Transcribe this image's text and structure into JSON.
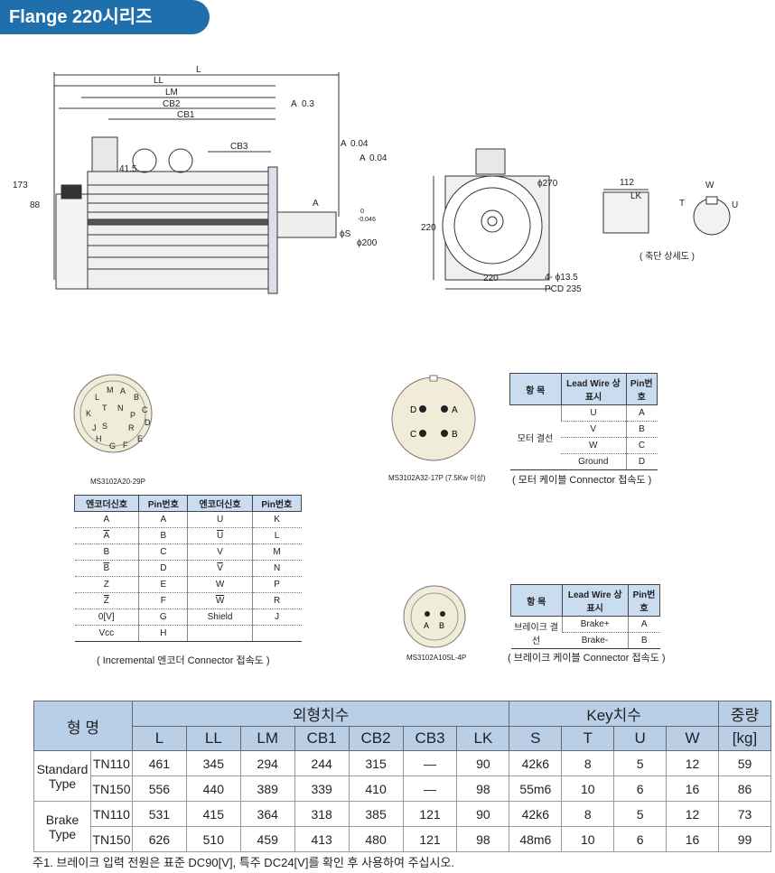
{
  "title": "Flange 220시리즈",
  "drawing": {
    "dims": [
      "L",
      "LL",
      "LM",
      "CB2",
      "CB1",
      "CB3",
      "173",
      "88",
      "41.5",
      "ϕS",
      "ϕ200",
      "-0.046",
      "0",
      "A",
      "A",
      "0.3",
      "A",
      "0.04",
      "A",
      "0.04",
      "220",
      "220",
      "ϕ270",
      "4- ϕ13.5",
      "PCD 235",
      "112",
      "LK",
      "W",
      "T",
      "U"
    ],
    "shaft_caption": "( 축단 상세도 )"
  },
  "encoder_connector": {
    "model": "MS3102A20-29P",
    "pins": [
      "M",
      "A",
      "B",
      "L",
      "C",
      "K",
      "T",
      "N",
      "D",
      "P",
      "S",
      "J",
      "R",
      "E",
      "H",
      "G",
      "F"
    ],
    "headers": [
      "엔코더신호",
      "Pin번호",
      "엔코더신호",
      "Pin번호"
    ],
    "rows": [
      [
        "A",
        "A",
        "U",
        "K"
      ],
      [
        "A",
        "B",
        "U",
        "L"
      ],
      [
        "B",
        "C",
        "V",
        "M"
      ],
      [
        "B",
        "D",
        "V",
        "N"
      ],
      [
        "Z",
        "E",
        "W",
        "P"
      ],
      [
        "Z",
        "F",
        "W",
        "R"
      ],
      [
        "0[V]",
        "G",
        "Shield",
        "J"
      ],
      [
        "Vcc",
        "H",
        "",
        ""
      ]
    ],
    "caption": "( Incremental 엔코더 Connector 접속도 )"
  },
  "motor_connector": {
    "model": "MS3102A32-17P (7.5Kw 이상)",
    "pins": [
      "D",
      "A",
      "C",
      "B"
    ],
    "headers": [
      "항 목",
      "Lead Wire 상표시",
      "Pin번호"
    ],
    "group": "모터 결선",
    "rows": [
      [
        "U",
        "A"
      ],
      [
        "V",
        "B"
      ],
      [
        "W",
        "C"
      ],
      [
        "Ground",
        "D"
      ]
    ],
    "caption": "( 모터 케이블 Connector 접속도 )"
  },
  "brake_connector": {
    "model": "MS3102A10SL-4P",
    "pins": [
      "A",
      "B"
    ],
    "headers": [
      "항 목",
      "Lead Wire 상표시",
      "Pin번호"
    ],
    "group": "브레이크 결선",
    "rows": [
      [
        "Brake+",
        "A"
      ],
      [
        "Brake-",
        "B"
      ]
    ],
    "caption": "( 브레이크 케이블 Connector 접속도 )"
  },
  "dimension_table": {
    "model_header": "형 명",
    "outer_header": "외형치수",
    "key_header": "Key치수",
    "weight_header": "중량",
    "columns": [
      "L",
      "LL",
      "LM",
      "CB1",
      "CB2",
      "CB3",
      "LK",
      "S",
      "T",
      "U",
      "W",
      "[kg]"
    ],
    "groups": [
      {
        "type": "Standard Type",
        "rows": [
          {
            "model": "TN110",
            "values": [
              "461",
              "345",
              "294",
              "244",
              "315",
              "—",
              "90",
              "42k6",
              "8",
              "5",
              "12",
              "59"
            ]
          },
          {
            "model": "TN150",
            "values": [
              "556",
              "440",
              "389",
              "339",
              "410",
              "—",
              "98",
              "55m6",
              "10",
              "6",
              "16",
              "86"
            ]
          }
        ]
      },
      {
        "type": "Brake Type",
        "rows": [
          {
            "model": "TN110",
            "values": [
              "531",
              "415",
              "364",
              "318",
              "385",
              "121",
              "90",
              "42k6",
              "8",
              "5",
              "12",
              "73"
            ]
          },
          {
            "model": "TN150",
            "values": [
              "626",
              "510",
              "459",
              "413",
              "480",
              "121",
              "98",
              "48m6",
              "10",
              "6",
              "16",
              "99"
            ]
          }
        ]
      }
    ]
  },
  "footnote": "주1. 브레이크 입력 전원은 표준 DC90[V], 특주 DC24[V]를 확인 후 사용하여 주십시오."
}
